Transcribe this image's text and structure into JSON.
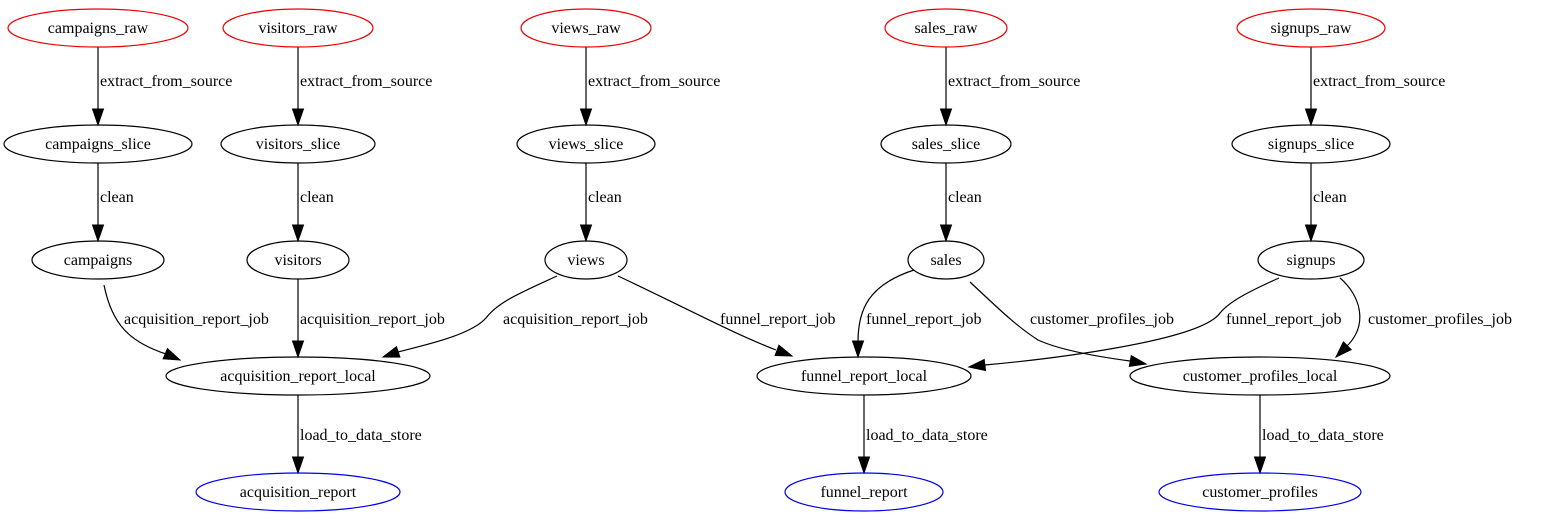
{
  "diagram": {
    "colors": {
      "source": "#ee0000",
      "intermediate": "#000000",
      "sink": "#0000ee",
      "edge": "#000000"
    },
    "nodes": {
      "campaigns_raw": {
        "label": "campaigns_raw",
        "kind": "source"
      },
      "visitors_raw": {
        "label": "visitors_raw",
        "kind": "source"
      },
      "views_raw": {
        "label": "views_raw",
        "kind": "source"
      },
      "sales_raw": {
        "label": "sales_raw",
        "kind": "source"
      },
      "signups_raw": {
        "label": "signups_raw",
        "kind": "source"
      },
      "campaigns_slice": {
        "label": "campaigns_slice",
        "kind": "intermediate"
      },
      "visitors_slice": {
        "label": "visitors_slice",
        "kind": "intermediate"
      },
      "views_slice": {
        "label": "views_slice",
        "kind": "intermediate"
      },
      "sales_slice": {
        "label": "sales_slice",
        "kind": "intermediate"
      },
      "signups_slice": {
        "label": "signups_slice",
        "kind": "intermediate"
      },
      "campaigns": {
        "label": "campaigns",
        "kind": "intermediate"
      },
      "visitors": {
        "label": "visitors",
        "kind": "intermediate"
      },
      "views": {
        "label": "views",
        "kind": "intermediate"
      },
      "sales": {
        "label": "sales",
        "kind": "intermediate"
      },
      "signups": {
        "label": "signups",
        "kind": "intermediate"
      },
      "acquisition_report_local": {
        "label": "acquisition_report_local",
        "kind": "intermediate"
      },
      "funnel_report_local": {
        "label": "funnel_report_local",
        "kind": "intermediate"
      },
      "customer_profiles_local": {
        "label": "customer_profiles_local",
        "kind": "intermediate"
      },
      "acquisition_report": {
        "label": "acquisition_report",
        "kind": "sink"
      },
      "funnel_report": {
        "label": "funnel_report",
        "kind": "sink"
      },
      "customer_profiles": {
        "label": "customer_profiles",
        "kind": "sink"
      }
    },
    "edges": [
      {
        "from": "campaigns_raw",
        "to": "campaigns_slice",
        "label": "extract_from_source"
      },
      {
        "from": "visitors_raw",
        "to": "visitors_slice",
        "label": "extract_from_source"
      },
      {
        "from": "views_raw",
        "to": "views_slice",
        "label": "extract_from_source"
      },
      {
        "from": "sales_raw",
        "to": "sales_slice",
        "label": "extract_from_source"
      },
      {
        "from": "signups_raw",
        "to": "signups_slice",
        "label": "extract_from_source"
      },
      {
        "from": "campaigns_slice",
        "to": "campaigns",
        "label": "clean"
      },
      {
        "from": "visitors_slice",
        "to": "visitors",
        "label": "clean"
      },
      {
        "from": "views_slice",
        "to": "views",
        "label": "clean"
      },
      {
        "from": "sales_slice",
        "to": "sales",
        "label": "clean"
      },
      {
        "from": "signups_slice",
        "to": "signups",
        "label": "clean"
      },
      {
        "from": "campaigns",
        "to": "acquisition_report_local",
        "label": "acquisition_report_job"
      },
      {
        "from": "visitors",
        "to": "acquisition_report_local",
        "label": "acquisition_report_job"
      },
      {
        "from": "views",
        "to": "acquisition_report_local",
        "label": "acquisition_report_job"
      },
      {
        "from": "views",
        "to": "funnel_report_local",
        "label": "funnel_report_job"
      },
      {
        "from": "sales",
        "to": "funnel_report_local",
        "label": "funnel_report_job"
      },
      {
        "from": "sales",
        "to": "customer_profiles_local",
        "label": "customer_profiles_job"
      },
      {
        "from": "signups",
        "to": "funnel_report_local",
        "label": "funnel_report_job"
      },
      {
        "from": "signups",
        "to": "customer_profiles_local",
        "label": "customer_profiles_job"
      },
      {
        "from": "acquisition_report_local",
        "to": "acquisition_report",
        "label": "load_to_data_store"
      },
      {
        "from": "funnel_report_local",
        "to": "funnel_report",
        "label": "load_to_data_store"
      },
      {
        "from": "customer_profiles_local",
        "to": "customer_profiles",
        "label": "load_to_data_store"
      }
    ]
  }
}
